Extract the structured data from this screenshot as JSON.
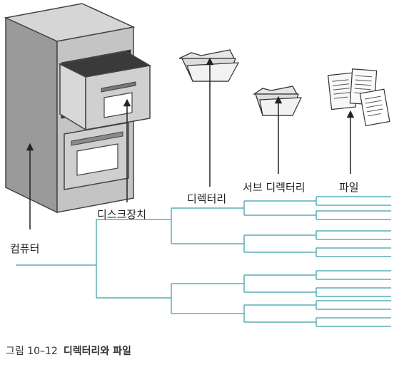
{
  "labels": {
    "computer": "컴퓨터",
    "disk": "디스크장치",
    "directory": "디렉터리",
    "subdirectory": "서브 디렉터리",
    "file": "파일"
  },
  "caption": {
    "prefix": "그림 10–12",
    "title": "디렉터리와 파일"
  },
  "colors": {
    "tree_line": "#5aaeb8",
    "arrow": "#222222"
  }
}
